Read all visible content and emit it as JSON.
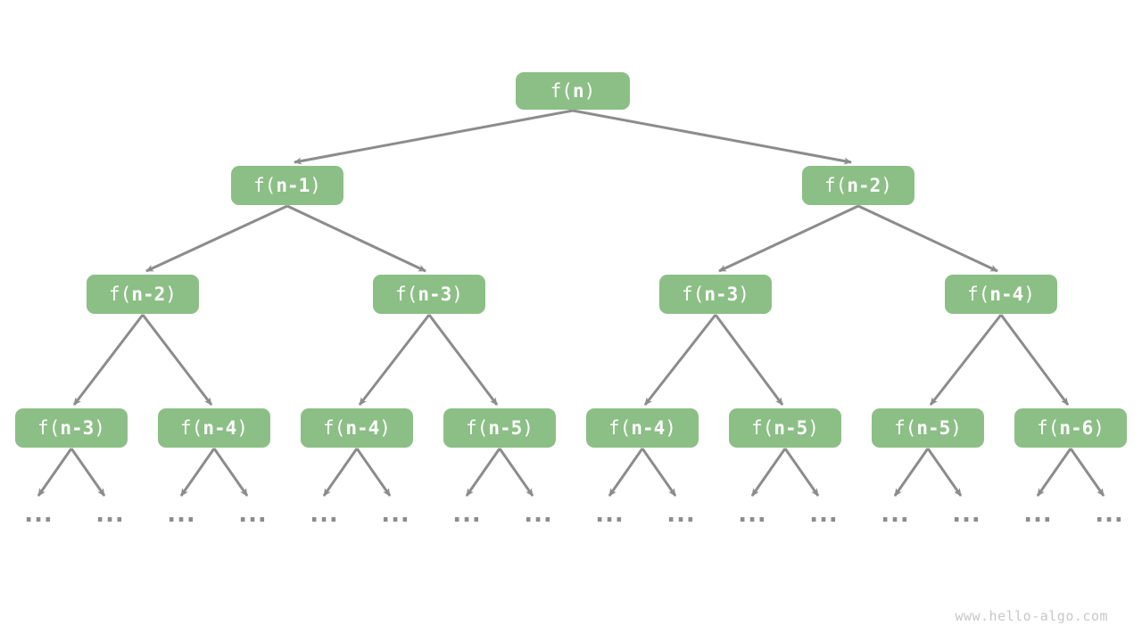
{
  "diagram": {
    "type": "recursion-tree",
    "tree": {
      "root": {
        "open": "f(",
        "arg": "n",
        "close": ")"
      },
      "level2": [
        {
          "open": "f(",
          "arg": "n-1",
          "close": ")"
        },
        {
          "open": "f(",
          "arg": "n-2",
          "close": ")"
        }
      ],
      "level3": [
        {
          "open": "f(",
          "arg": "n-2",
          "close": ")"
        },
        {
          "open": "f(",
          "arg": "n-3",
          "close": ")"
        },
        {
          "open": "f(",
          "arg": "n-3",
          "close": ")"
        },
        {
          "open": "f(",
          "arg": "n-4",
          "close": ")"
        }
      ],
      "level4": [
        {
          "open": "f(",
          "arg": "n-3",
          "close": ")"
        },
        {
          "open": "f(",
          "arg": "n-4",
          "close": ")"
        },
        {
          "open": "f(",
          "arg": "n-4",
          "close": ")"
        },
        {
          "open": "f(",
          "arg": "n-5",
          "close": ")"
        },
        {
          "open": "f(",
          "arg": "n-4",
          "close": ")"
        },
        {
          "open": "f(",
          "arg": "n-5",
          "close": ")"
        },
        {
          "open": "f(",
          "arg": "n-5",
          "close": ")"
        },
        {
          "open": "f(",
          "arg": "n-6",
          "close": ")"
        }
      ],
      "edges": "each node branches to two children; level-4 nodes branch to truncated subtrees"
    },
    "ellipsis_label": "...",
    "watermark": "www.hello-algo.com",
    "colors": {
      "node_bg": "#8CBF86",
      "node_text": "#FFFFFF",
      "arrow": "#8C8C8C",
      "ellipsis": "#8C8C8C",
      "watermark": "#C6C9C6",
      "background": "#FFFFFF"
    }
  }
}
